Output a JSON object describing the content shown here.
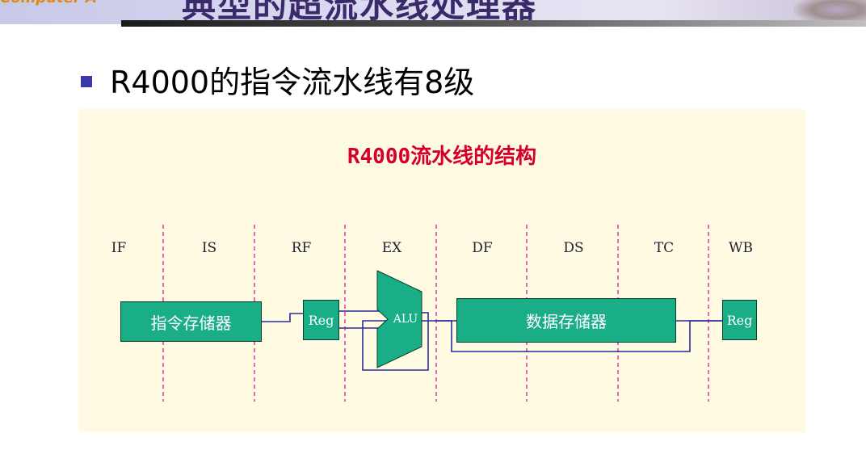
{
  "header": {
    "subtitle_fragment": "Computer A",
    "title_fragment": "典型的超流水线处理器"
  },
  "bullet": {
    "text": "R4000的指令流水线有8级"
  },
  "figure": {
    "title": "R4000流水线的结构",
    "stages": [
      "IF",
      "IS",
      "RF",
      "EX",
      "DF",
      "DS",
      "TC",
      "WB"
    ],
    "blocks": {
      "instruction_memory": "指令存储器",
      "reg_read": "Reg",
      "alu": "ALU",
      "data_memory": "数据存储器",
      "reg_write": "Reg"
    }
  },
  "colors": {
    "figure_background": "#fffbe2",
    "block_fill": "#1aae86",
    "stage_divider": "#e000a0",
    "wire": "#2a2a9a",
    "figure_title": "#d4002a",
    "bullet": "#3a3aa8"
  }
}
